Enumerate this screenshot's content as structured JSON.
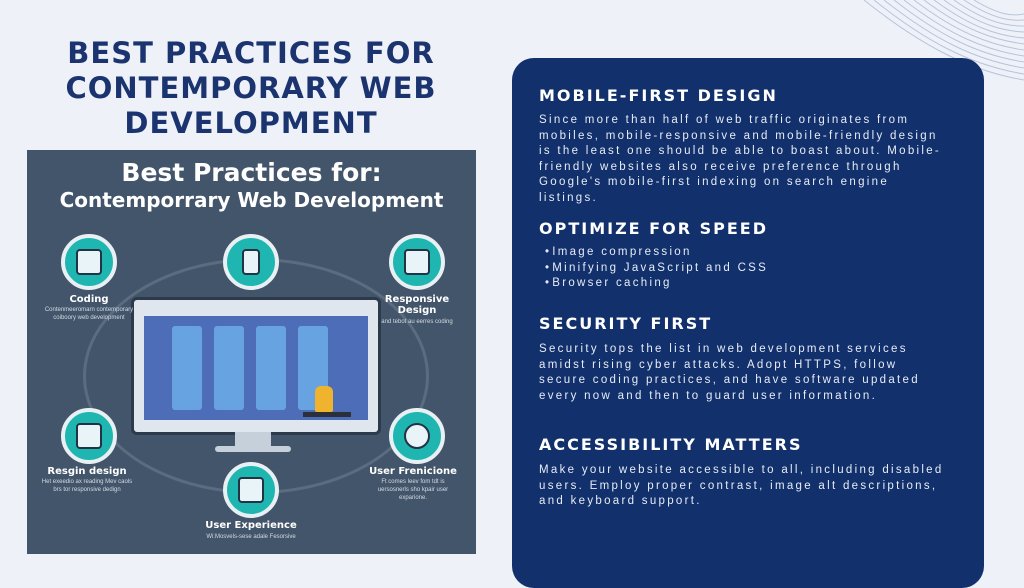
{
  "title": "BEST PRACTICES FOR CONTEMPORARY WEB DEVELOPMENT",
  "colors": {
    "navy": "#12306b",
    "title_blue": "#1b3470",
    "teal": "#1fb6b2",
    "hero_bg": "#43556a"
  },
  "hero": {
    "title_line1": "Best Practices for:",
    "title_line2": "Contemporrary Web Development",
    "nodes": [
      {
        "icon": "code-document-icon",
        "label": "Coding",
        "sub": "Contenmeeromarn contemporary coiboory web development"
      },
      {
        "icon": "mobile-device-icon",
        "label": "",
        "sub": ""
      },
      {
        "icon": "responsive-tablet-icon",
        "label": "Responsive Design",
        "sub": "and tebot au eerres coding"
      },
      {
        "icon": "notepad-pencil-icon",
        "label": "Resgin design",
        "sub": "Het exeedio ax reading Mev caols brs tor responsive dedign"
      },
      {
        "icon": "globe-icon",
        "label": "User Frenicione",
        "sub": "Ft comes leev fom tdt is uersosnerls sho kpair user exparione."
      },
      {
        "icon": "user-experience-icon",
        "label": "User Experience",
        "sub": "Wi:Mosvels-sese adale Fesorsive"
      }
    ]
  },
  "sections": {
    "mobile": {
      "heading": "MOBILE-FIRST DESIGN",
      "body": "Since more than half of web traffic originates from mobiles, mobile-responsive and mobile-friendly design is the least one should be able to boast about. Mobile-friendly websites also receive preference through Google's mobile-first indexing on search engine listings."
    },
    "speed": {
      "heading": "OPTIMIZE FOR SPEED",
      "bullets": [
        "Image compression",
        "Minifying JavaScript and CSS",
        "Browser caching"
      ]
    },
    "security": {
      "heading": "SECURITY FIRST",
      "body": "Security tops the list in web development services amidst rising cyber attacks. Adopt HTTPS, follow secure coding practices, and have software updated every now and then to guard user information."
    },
    "accessibility": {
      "heading": "ACCESSIBILITY MATTERS",
      "body": "Make your website accessible to all, including disabled users. Employ proper contrast, image alt descriptions, and keyboard support."
    }
  }
}
